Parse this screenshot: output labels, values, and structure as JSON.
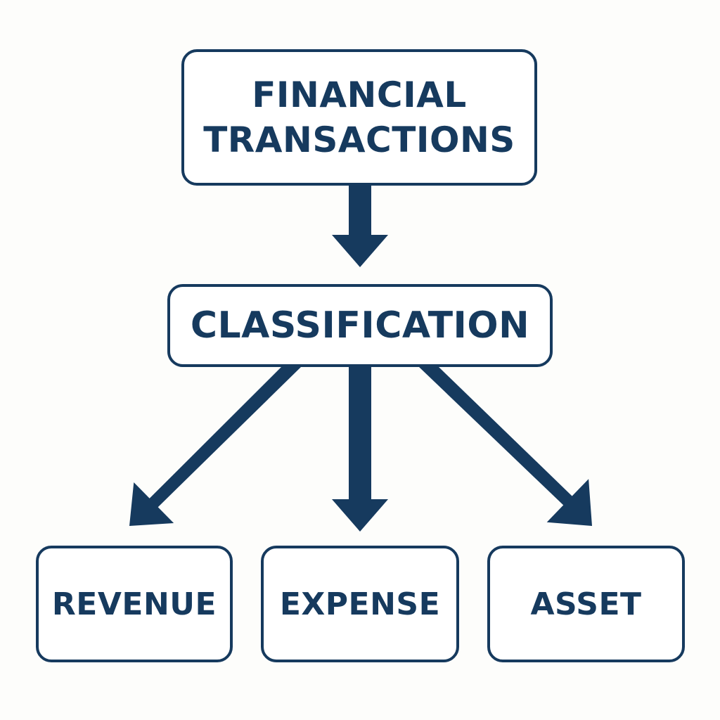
{
  "diagram": {
    "root": {
      "lines": [
        "FINANCIAL",
        "TRANSACTIONS"
      ]
    },
    "middle": {
      "label": "CLASSIFICATION"
    },
    "leaves": [
      {
        "label": "REVENUE"
      },
      {
        "label": "EXPENSE"
      },
      {
        "label": "ASSET"
      }
    ],
    "colors": {
      "stroke": "#163a5e",
      "background": "#fdfdfb",
      "box_fill": "#ffffff"
    }
  }
}
